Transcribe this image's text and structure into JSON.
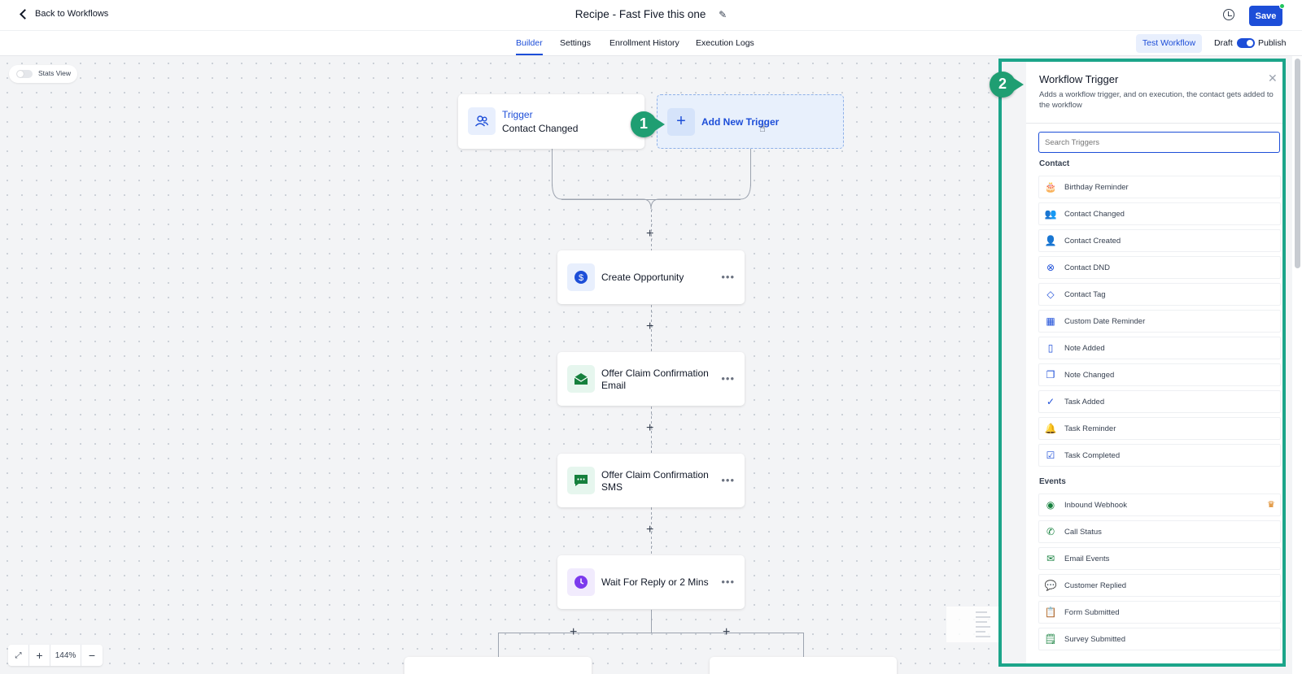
{
  "header": {
    "back_label": "Back to Workflows",
    "title": "Recipe - Fast Five this one",
    "save_label": "Save",
    "history_icon": "history-icon",
    "edit_icon": "pencil-icon"
  },
  "tabs": [
    {
      "label": "Builder",
      "active": true
    },
    {
      "label": "Settings",
      "active": false
    },
    {
      "label": "Enrollment History",
      "active": false
    },
    {
      "label": "Execution Logs",
      "active": false
    }
  ],
  "toolbar": {
    "test_label": "Test Workflow",
    "draft_label": "Draft",
    "publish_label": "Publish",
    "publish_on": true
  },
  "canvas": {
    "stats_label": "Stats View",
    "trigger": {
      "title": "Trigger",
      "subtitle": "Contact Changed"
    },
    "add_trigger_label": "Add New Trigger",
    "actions": [
      {
        "label": "Create Opportunity",
        "icon": "dollar-icon",
        "color": "#1d4ed8"
      },
      {
        "label": "Offer Claim Confirmation Email",
        "icon": "email-icon",
        "color": "#15803d"
      },
      {
        "label": "Offer Claim Confirmation SMS",
        "icon": "sms-icon",
        "color": "#15803d"
      },
      {
        "label": "Wait For Reply or 2 Mins",
        "icon": "clock-icon",
        "color": "#7c3aed"
      }
    ],
    "zoom": "144%"
  },
  "callouts": [
    "1",
    "2"
  ],
  "panel": {
    "title": "Workflow Trigger",
    "description": "Adds a workflow trigger, and on execution, the contact gets added to the workflow",
    "search_placeholder": "Search Triggers",
    "sections": [
      {
        "label": "Contact",
        "items": [
          {
            "label": "Birthday Reminder",
            "icon": "cake-icon"
          },
          {
            "label": "Contact Changed",
            "icon": "users-icon"
          },
          {
            "label": "Contact Created",
            "icon": "user-plus-icon"
          },
          {
            "label": "Contact DND",
            "icon": "dnd-icon"
          },
          {
            "label": "Contact Tag",
            "icon": "tag-icon"
          },
          {
            "label": "Custom Date Reminder",
            "icon": "calendar-icon"
          },
          {
            "label": "Note Added",
            "icon": "note-icon"
          },
          {
            "label": "Note Changed",
            "icon": "note-copy-icon"
          },
          {
            "label": "Task Added",
            "icon": "check-icon"
          },
          {
            "label": "Task Reminder",
            "icon": "bell-icon"
          },
          {
            "label": "Task Completed",
            "icon": "checkbox-icon"
          }
        ]
      },
      {
        "label": "Events",
        "items": [
          {
            "label": "Inbound Webhook",
            "icon": "webhook-icon",
            "premium": true
          },
          {
            "label": "Call Status",
            "icon": "phone-icon"
          },
          {
            "label": "Email Events",
            "icon": "mail-icon"
          },
          {
            "label": "Customer Replied",
            "icon": "chat-icon"
          },
          {
            "label": "Form Submitted",
            "icon": "clipboard-icon"
          },
          {
            "label": "Survey Submitted",
            "icon": "survey-icon"
          }
        ]
      }
    ]
  }
}
